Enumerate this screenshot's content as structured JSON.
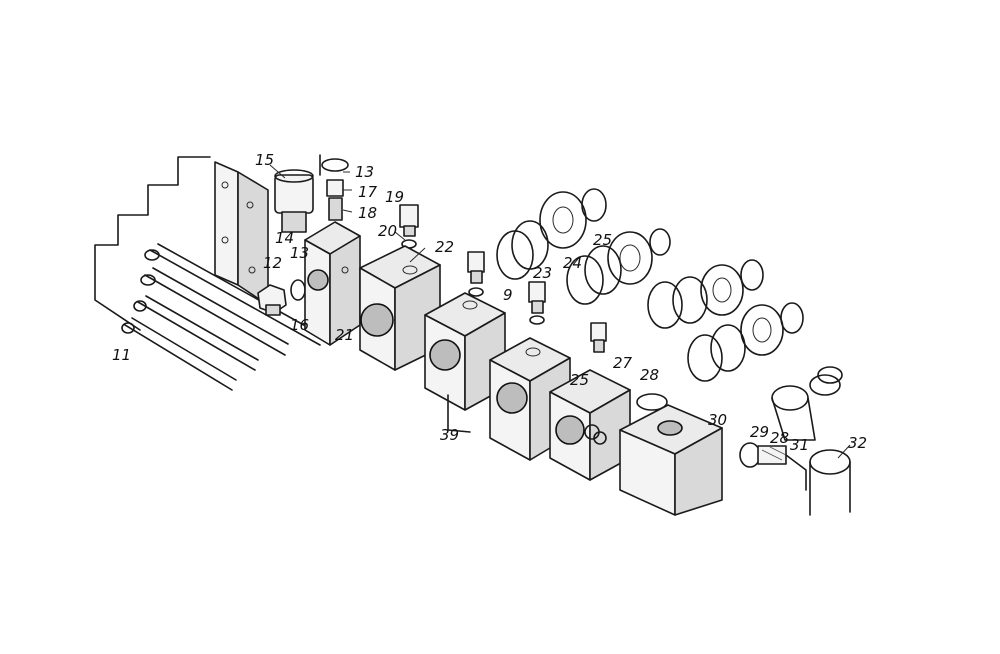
{
  "labels": {
    "l15": "15",
    "l14": "14",
    "l13a": "13",
    "l17": "17",
    "l18": "18",
    "l19": "19",
    "l20": "20",
    "l22": "22",
    "l12": "12",
    "l13b": "13",
    "l16": "16",
    "l21": "21",
    "l11": "11",
    "l9": "9",
    "l23": "23",
    "l24": "24",
    "l25a": "25",
    "l25b": "25",
    "l27": "27",
    "l28a": "28",
    "l39": "39",
    "l30": "30",
    "l29": "29",
    "l28b": "28",
    "l31": "31",
    "l32": "32"
  },
  "colors": {
    "ink": "#1a1a1a",
    "paper": "#ffffff"
  }
}
